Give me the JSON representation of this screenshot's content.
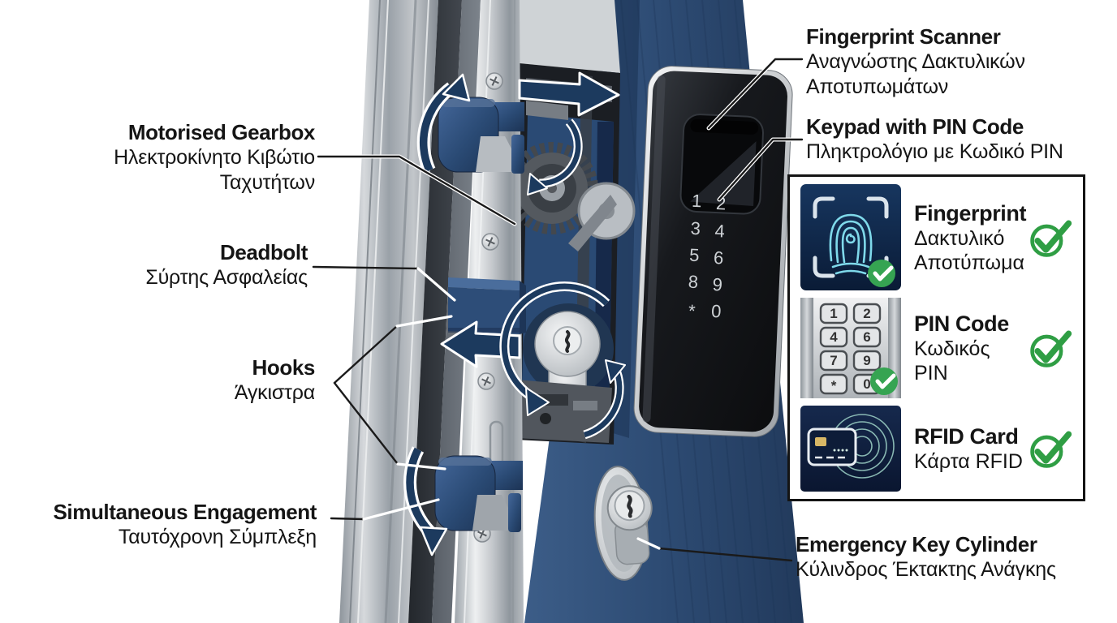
{
  "colors": {
    "label_text": "#151515",
    "door_navy": "#2e4c73",
    "arrow_navy": "#1c3a5e",
    "check_green": "#2f9e44",
    "fingerprint_cyan": "#7fd9ea",
    "metal_silver": "#c9cdd1"
  },
  "callouts": {
    "fingerprint_scanner": {
      "en": "Fingerprint Scanner",
      "el": "Αναγνώστης Δακτυλικών Αποτυπωμάτων"
    },
    "keypad_pin": {
      "en": "Keypad with PIN Code",
      "el": "Πληκτρολόγιο με Κωδικό PIN"
    },
    "motorised_gearbox": {
      "en": "Motorised Gearbox",
      "el": "Ηλεκτροκίνητο Κιβώτιο Ταχυτήτων"
    },
    "deadbolt": {
      "en": "Deadbolt",
      "el": "Σύρτης Ασφαλείας"
    },
    "hooks": {
      "en": "Hooks",
      "el": "Άγκιστρα"
    },
    "simultaneous_engagement": {
      "en": "Simultaneous Engagement",
      "el": "Ταυτόχρονη Σύμπλεξη"
    },
    "emergency_key_cylinder": {
      "en": "Emergency Key Cylinder",
      "el": "Κύλινδρος Έκτακτης Ανάγκης"
    }
  },
  "auth_panel": {
    "items": [
      {
        "icon": "fingerprint-icon",
        "en": "Fingerprint",
        "el": "Δακτυλικό Αποτύπωμα"
      },
      {
        "icon": "pin-keypad-icon",
        "en": "PIN Code",
        "el": "Κωδικός PIN"
      },
      {
        "icon": "rfid-card-icon",
        "en": "RFID Card",
        "el": "Κάρτα RFID"
      }
    ]
  },
  "lock_keypad": {
    "digits": [
      "1",
      "2",
      "3",
      "4",
      "5",
      "6",
      "8",
      "9",
      "*",
      "0"
    ]
  },
  "mini_keypad": {
    "keys": [
      "1",
      "2",
      "4",
      "6",
      "7",
      "9",
      "*",
      "0"
    ]
  }
}
